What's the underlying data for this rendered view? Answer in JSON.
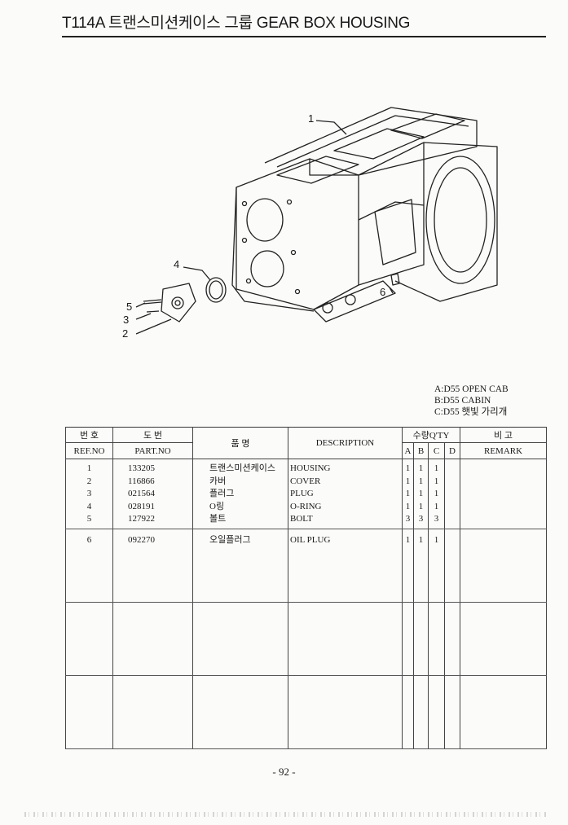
{
  "header": {
    "title": "T114A 트랜스미션케이스 그룹 GEAR BOX HOUSING"
  },
  "diagram": {
    "callouts": [
      "1",
      "2",
      "3",
      "4",
      "5",
      "6"
    ]
  },
  "variants": [
    "A:D55 OPEN CAB",
    "B:D55 CABIN",
    "C:D55 햇빛 가리개"
  ],
  "table": {
    "headers": {
      "ref_ko": "번 호",
      "ref_en": "REF.NO",
      "part_ko": "도 번",
      "part_en": "PART.NO",
      "name_ko": "품 명",
      "description": "DESCRIPTION",
      "qty": "수량Q'TY",
      "qty_cols": [
        "A",
        "B",
        "C",
        "D"
      ],
      "remark_ko": "비 고",
      "remark_en": "REMARK"
    },
    "groups": [
      {
        "rows": [
          {
            "ref": "1",
            "part": "133205",
            "name": "트랜스미션케이스",
            "desc": "HOUSING",
            "a": "1",
            "b": "1",
            "c": "1",
            "d": "",
            "remark": ""
          },
          {
            "ref": "2",
            "part": "116866",
            "name": "카버",
            "desc": "COVER",
            "a": "1",
            "b": "1",
            "c": "1",
            "d": "",
            "remark": ""
          },
          {
            "ref": "3",
            "part": "021564",
            "name": "플러그",
            "desc": "PLUG",
            "a": "1",
            "b": "1",
            "c": "1",
            "d": "",
            "remark": ""
          },
          {
            "ref": "4",
            "part": "028191",
            "name": "O링",
            "desc": "O-RING",
            "a": "1",
            "b": "1",
            "c": "1",
            "d": "",
            "remark": ""
          },
          {
            "ref": "5",
            "part": "127922",
            "name": "볼트",
            "desc": "BOLT",
            "a": "3",
            "b": "3",
            "c": "3",
            "d": "",
            "remark": ""
          }
        ]
      },
      {
        "rows": [
          {
            "ref": "6",
            "part": "092270",
            "name": "오일플러그",
            "desc": "OIL PLUG",
            "a": "1",
            "b": "1",
            "c": "1",
            "d": "",
            "remark": ""
          }
        ]
      },
      {
        "rows": []
      },
      {
        "rows": []
      }
    ]
  },
  "footer": {
    "page": "- 92 -"
  }
}
